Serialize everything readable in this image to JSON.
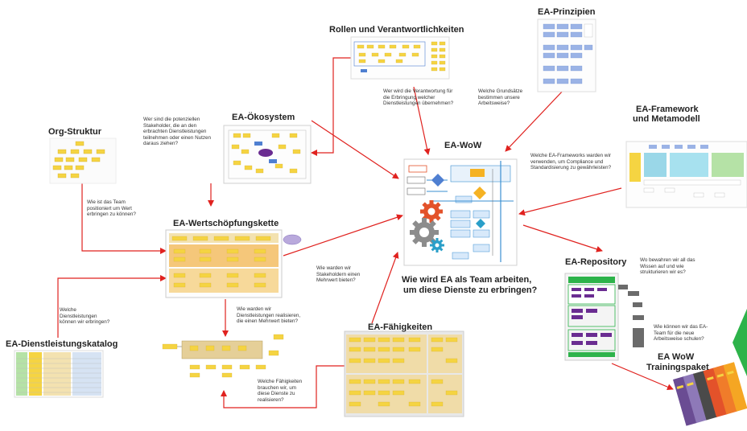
{
  "titles": {
    "org_struktur": "Org-Struktur",
    "oekosystem": "EA-Ökosystem",
    "rollen": "Rollen und Verantwortlichkeiten",
    "prinzipien": "EA-Prinzipien",
    "framework_1": "EA-Framework",
    "framework_2": "und Metamodell",
    "wow": "EA-WoW",
    "wertschoepfung": "EA-Wertschöpfungskette",
    "repository": "EA-Repository",
    "dienstleistung": "EA-Dienstleistungskatalog",
    "faehigkeiten": "EA-Fähigkeiten",
    "training_1": "EA WoW",
    "training_2": "Trainingspaket"
  },
  "main_question": {
    "line1": "Wie wird EA als Team arbeiten,",
    "line2": "um diese Dienste zu erbringen?"
  },
  "questions": {
    "stakeholder": [
      "Wer sind die potenziellen",
      "Stakeholder, die an den",
      "erbrachten Dienstleistungen",
      "teilnehmen oder einen Nutzen",
      "daraus ziehen?"
    ],
    "verantwortung": [
      "Wer wird die Verantwortung für",
      "die Erbringung welcher",
      "Dienstleistungen übernehmen?"
    ],
    "grundsaetze": [
      "Welche Grundsätze",
      "bestimmen unsere",
      "Arbeitsweise?"
    ],
    "frameworks": [
      "Welche EA-Frameworks warden wir",
      "verwenden, um Compliance und",
      "Standardisierung zu gewährleisten?"
    ],
    "team_position": [
      "Wie ist das Team",
      "positioniert um Wert",
      "erbringen zu können?"
    ],
    "mehrwert": [
      "Wie warden wir",
      "Stakeholdern einen",
      "Mehrwert bieten?"
    ],
    "wissen": [
      "Wo bewahren wir all das",
      "Wissen auf und wie",
      "strukturieren wir es?"
    ],
    "schulen": [
      "Wie können wir das EA-",
      "Team für die neue",
      "Arbeitsweise schulen?"
    ],
    "welche_dienste": [
      "Welche",
      "Dienstleistungen",
      "können wir erbringen?"
    ],
    "realisieren": [
      "Wie warden wir",
      "Dienstleistungen realisieren,",
      "die einen Mehrwert bieten?"
    ],
    "faehigkeiten_brauchen": [
      "Welche Fähigkeiten",
      "brauchen wir, um",
      "diese Dienste zu",
      "realisieren?"
    ]
  },
  "colors": {
    "arrow": "#e0221f",
    "sticky": "#f5d442",
    "sticky_dark": "#e9c46a",
    "blue": "#4f7fd1",
    "purple": "#6a2c91",
    "green": "#2db34a",
    "gear_red": "#e3522a",
    "gear_grey": "#8c8c8c",
    "gear_teal": "#2a9fc9"
  }
}
